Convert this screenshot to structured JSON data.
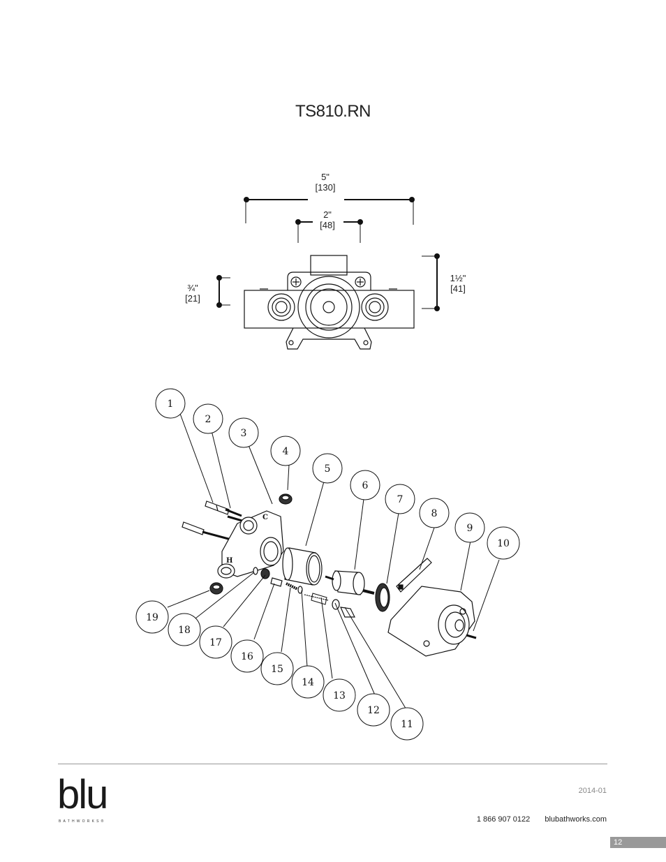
{
  "page": {
    "title": "TS810.RN",
    "dimensions": {
      "width_in": "5\"",
      "width_mm": "[130]",
      "center_in": "2\"",
      "center_mm": "[48]",
      "depth_in": "1½\"",
      "depth_mm": "[41]",
      "inlet_in": "¾\"",
      "inlet_mm": "[21]"
    },
    "callouts": [
      "1",
      "2",
      "3",
      "4",
      "5",
      "6",
      "7",
      "8",
      "9",
      "10",
      "11",
      "12",
      "13",
      "14",
      "15",
      "16",
      "17",
      "18",
      "19"
    ]
  },
  "footer": {
    "brand": "blu",
    "brand_sub": "BATHWORKS®",
    "date": "2014-01",
    "phone": "1 866 907 0122",
    "website": "blubathworks.com",
    "page_number": "12"
  }
}
